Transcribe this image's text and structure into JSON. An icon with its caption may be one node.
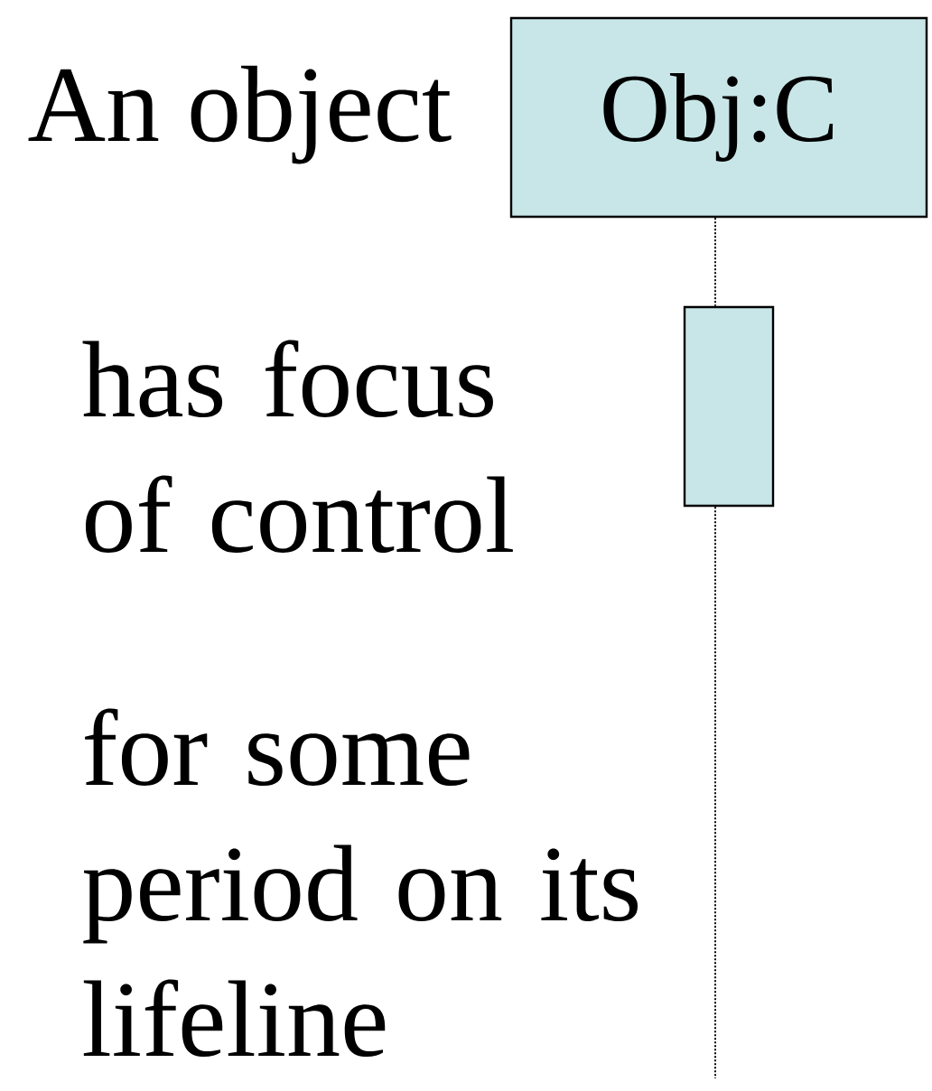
{
  "diagram": {
    "nodes": [
      {
        "text": [
          "Obj:C"
        ]
      },
      {
        "text": [],
        "shape": "bar"
      }
    ],
    "edges": [
      {
        "from": 0,
        "to": 1,
        "arrow": "none",
        "style": "dashed"
      },
      {
        "from": 1,
        "to": null,
        "arrow": "none",
        "style": "dashed"
      }
    ],
    "labels": [
      "An object",
      "has focus of control",
      "for some period on its lifeline"
    ]
  }
}
